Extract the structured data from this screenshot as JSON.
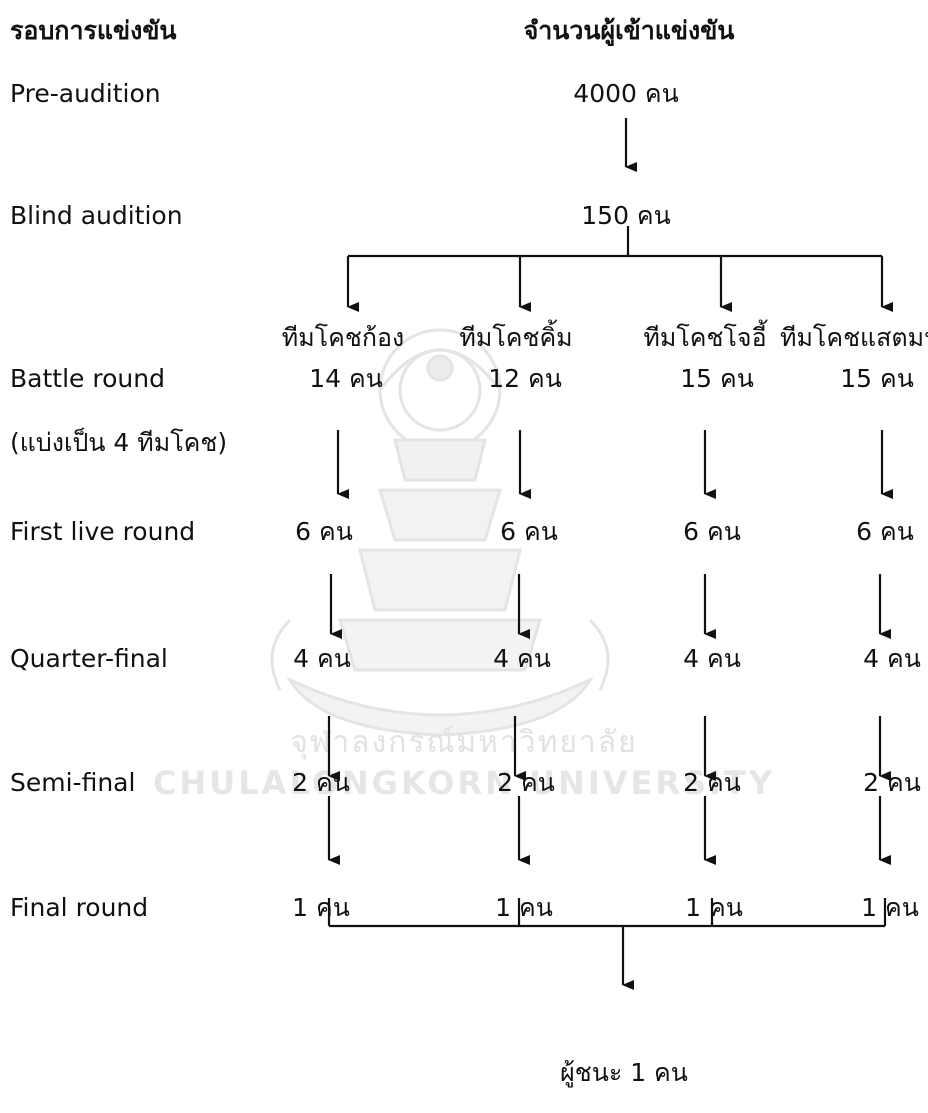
{
  "header": {
    "round_col": "รอบการแข่งขัน",
    "count_col": "จำนวนผู้เข้าแข่งขัน"
  },
  "rounds": {
    "pre_audition": {
      "label": "Pre-audition",
      "count": "4000 คน"
    },
    "blind_audition": {
      "label": "Blind audition",
      "count": "150 คน"
    },
    "battle_round": {
      "label": "Battle round",
      "sublabel": "(แบ่งเป็น 4 ทีมโคช)"
    },
    "first_live": {
      "label": "First live round"
    },
    "quarter_final": {
      "label": "Quarter-final"
    },
    "semi_final": {
      "label": "Semi-final"
    },
    "final_round": {
      "label": "Final round"
    }
  },
  "teams": [
    {
      "name": "ทีมโคชก้อง",
      "battle": "14 คน",
      "first_live": "6 คน",
      "quarter": "4 คน",
      "semi": "2 คน",
      "final": "1 คน"
    },
    {
      "name": "ทีมโคชคิ้ม",
      "battle": "12 คน",
      "first_live": "6 คน",
      "quarter": "4 คน",
      "semi": "2 คน",
      "final": "1 คน"
    },
    {
      "name": "ทีมโคชโจอี้",
      "battle": "15 คน",
      "first_live": "6 คน",
      "quarter": "4 คน",
      "semi": "2 คน",
      "final": "1 คน"
    },
    {
      "name": "ทีมโคชแสตมป์",
      "battle": "15 คน",
      "first_live": "6 คน",
      "quarter": "4 คน",
      "semi": "2 คน",
      "final": "1 คน"
    }
  ],
  "winner": "ผู้ชนะ 1 คน",
  "watermark": {
    "text_thai": "จุฬาลงกรณ์มหาวิทยาลัย",
    "text_en": "CHULALONGKORN UNIVERSITY",
    "color": "#e2e2e2"
  }
}
